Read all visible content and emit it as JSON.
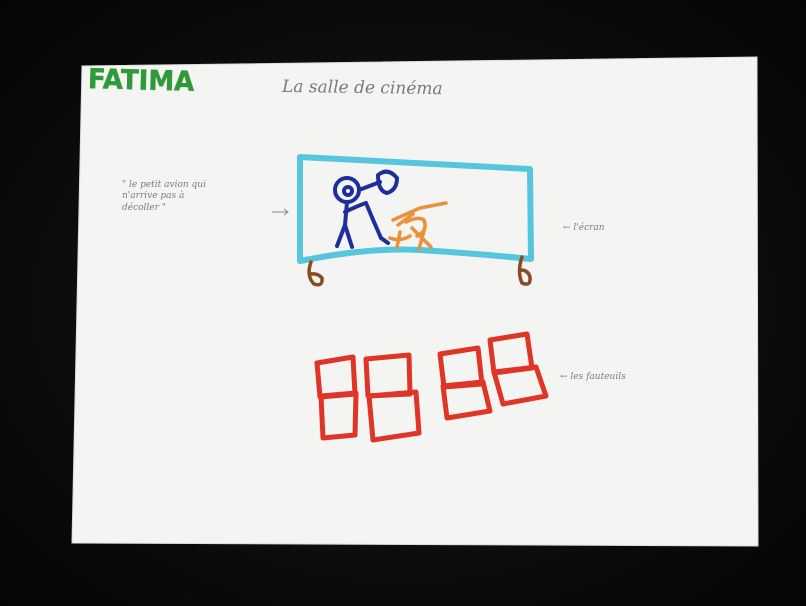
{
  "drawing": {
    "name": "FATIMA",
    "title": "La salle de cinéma",
    "quote": "\" le petit avion qui\nn'arrive pas à\ndécoller \"",
    "screen_label": "← l'écran",
    "seats_label": "← les fauteuils"
  },
  "colors": {
    "paper": "#f4f4f2",
    "name_green": "#2f9a3a",
    "screen_cyan": "#55c6dd",
    "figure_blue": "#1d2f9a",
    "plane_orange": "#e9923a",
    "seat_red": "#e03426",
    "screen_feet_brown": "#8a4a22"
  }
}
